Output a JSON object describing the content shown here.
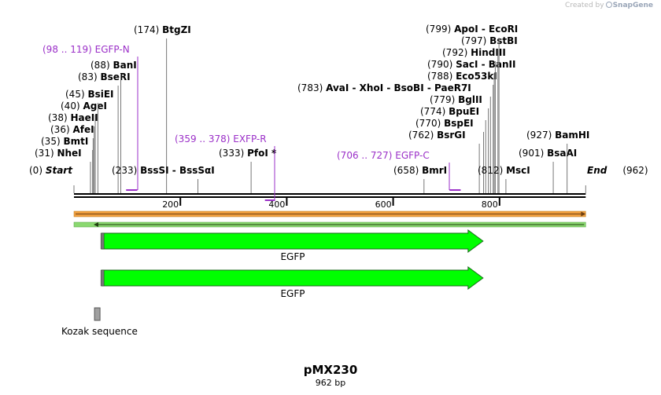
{
  "credit": {
    "prefix": "Created by",
    "brand": "SnapGene"
  },
  "plasmid": {
    "name": "pMX230",
    "length_label": "962 bp",
    "length": 962
  },
  "sites": [
    {
      "pos": 0,
      "pos_label": "(0)",
      "name": "Start",
      "italic": true
    },
    {
      "pos": 31,
      "pos_label": "(31)",
      "name": "NheI"
    },
    {
      "pos": 35,
      "pos_label": "(35)",
      "name": "BmtI"
    },
    {
      "pos": 36,
      "pos_label": "(36)",
      "name": "AfeI"
    },
    {
      "pos": 38,
      "pos_label": "(38)",
      "name": "HaeII"
    },
    {
      "pos": 40,
      "pos_label": "(40)",
      "name": "AgeI"
    },
    {
      "pos": 45,
      "pos_label": "(45)",
      "name": "BsiEI"
    },
    {
      "pos": 83,
      "pos_label": "(83)",
      "name": "BseRI"
    },
    {
      "pos": 88,
      "pos_label": "(88)",
      "name": "BanI"
    },
    {
      "pos": 174,
      "pos_label": "(174)",
      "name": "BtgZI"
    },
    {
      "pos": 233,
      "pos_label": "(233)",
      "name": "BssSI  -  BssSαI"
    },
    {
      "pos": 333,
      "pos_label": "(333)",
      "name": "PfoI *"
    },
    {
      "pos": 658,
      "pos_label": "(658)",
      "name": "BmrI"
    },
    {
      "pos": 762,
      "pos_label": "(762)",
      "name": "BsrGI"
    },
    {
      "pos": 770,
      "pos_label": "(770)",
      "name": "BspEI"
    },
    {
      "pos": 774,
      "pos_label": "(774)",
      "name": "BpuEI"
    },
    {
      "pos": 779,
      "pos_label": "(779)",
      "name": "BglII"
    },
    {
      "pos": 783,
      "pos_label": "(783)",
      "name": "AvaI  -  XhoI  -  BsoBI  -  PaeR7I"
    },
    {
      "pos": 788,
      "pos_label": "(788)",
      "name": "Eco53kI"
    },
    {
      "pos": 790,
      "pos_label": "(790)",
      "name": "SacI  -  BanII"
    },
    {
      "pos": 792,
      "pos_label": "(792)",
      "name": "HindIII"
    },
    {
      "pos": 797,
      "pos_label": "(797)",
      "name": "BstBI"
    },
    {
      "pos": 799,
      "pos_label": "(799)",
      "name": "ApoI  -  EcoRI"
    },
    {
      "pos": 812,
      "pos_label": "(812)",
      "name": "MscI"
    },
    {
      "pos": 901,
      "pos_label": "(901)",
      "name": "BsaAI"
    },
    {
      "pos": 927,
      "pos_label": "(927)",
      "name": "BamHI"
    },
    {
      "pos": 962,
      "pos_label": "(962)",
      "name": "End",
      "italic": true
    }
  ],
  "primers": [
    {
      "label": "(98 .. 119)  EGFP-N",
      "start": 98,
      "end": 119,
      "direction": "forward"
    },
    {
      "label": "(359 .. 378)  EXFP-R",
      "start": 359,
      "end": 378,
      "direction": "reverse"
    },
    {
      "label": "(706 .. 727)  EGFP-C",
      "start": 706,
      "end": 727,
      "direction": "forward"
    }
  ],
  "ruler": {
    "ticks": [
      200,
      400,
      600,
      800
    ],
    "tick_labels": [
      "200",
      "400",
      "600",
      "800"
    ]
  },
  "features": [
    {
      "name": "EGFP",
      "start": 52,
      "end": 769,
      "color": "#00ff00"
    },
    {
      "name": "EGFP",
      "start": 52,
      "end": 769,
      "color": "#00ff00"
    },
    {
      "name": "Kozak sequence",
      "start": 46,
      "end": 51,
      "color": "#a0a0a0"
    }
  ],
  "colors": {
    "primer": "#9b30c8",
    "backbone": "#000000",
    "forward_bar": "#f0a040",
    "reverse_bar": "#8ad870"
  }
}
